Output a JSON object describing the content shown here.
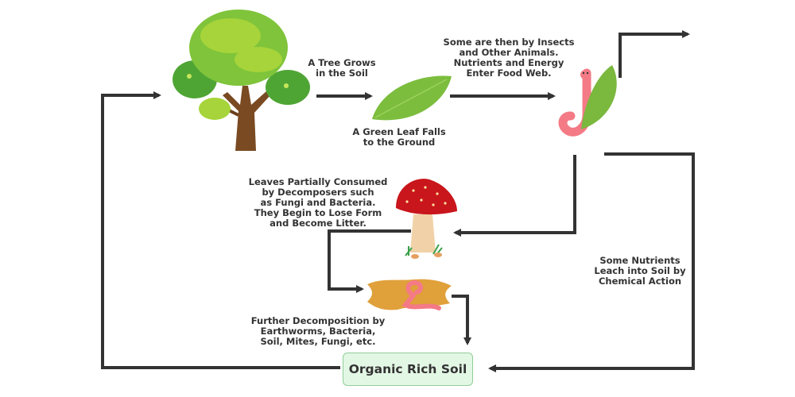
{
  "diagram": {
    "title": "Decomposition and Nutrient Cycle",
    "labels": {
      "tree_grows": "A Tree Grows\nin the Soil",
      "leaf_falls": "A Green Leaf Falls\nto the Ground",
      "food_web": "Some are then by Insects\nand Other Animals.\nNutrients and Energy\nEnter Food Web.",
      "decomposers": "Leaves Partially Consumed\nby Decomposers such\nas Fungi and Bacteria.\nThey Begin to Lose Form\nand Become Litter.",
      "further_decomposition": "Further Decomposition by\nEarthworms, Bacteria,\nSoil, Mites, Fungi, etc.",
      "leach": "Some Nutrients\nLeach into Soil by\nChemical Action"
    },
    "soil_box": {
      "label": "Organic Rich Soil"
    },
    "icons": [
      "tree-icon",
      "green-leaf-icon",
      "worm-eating-leaf-icon",
      "mushroom-icon",
      "earthworm-litter-icon"
    ],
    "colors": {
      "arrow": "#333333",
      "text": "#333333",
      "soil_box_fill": "#e3f7e5",
      "soil_box_border": "#8fce96",
      "leaf_green": "#7cbd3e",
      "mushroom_red": "#c8161c",
      "worm_pink": "#f47a86",
      "litter_orange": "#e0a03a",
      "trunk_brown": "#7a4a22"
    }
  }
}
